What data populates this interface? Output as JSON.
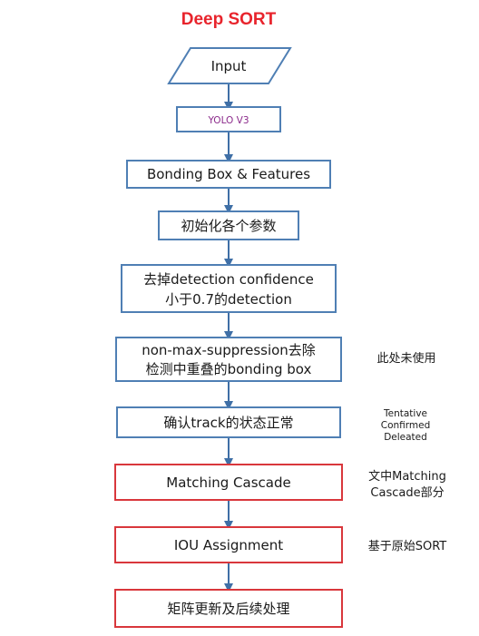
{
  "title": "Deep SORT",
  "colors": {
    "title": "#e8242c",
    "blue_border": "#4f7fb4",
    "red_border": "#d9373c",
    "arrow": "#3f6fa6",
    "yolo_text": "#8b2a8b",
    "text": "#1a1a1a"
  },
  "steps": [
    {
      "id": "input",
      "label": "Input",
      "shape": "parallelogram",
      "border": "blue"
    },
    {
      "id": "yolo",
      "label": "YOLO V3",
      "shape": "box",
      "border": "blue"
    },
    {
      "id": "bbox",
      "label": "Bonding Box & Features",
      "shape": "box",
      "border": "blue"
    },
    {
      "id": "init",
      "label": "初始化各个参数",
      "shape": "box",
      "border": "blue"
    },
    {
      "id": "filter",
      "lines": [
        "去掉detection confidence",
        "小于0.7的detection"
      ],
      "shape": "box",
      "border": "blue"
    },
    {
      "id": "nms",
      "lines": [
        "non-max-suppression去除",
        "检测中重叠的bonding box"
      ],
      "shape": "box",
      "border": "blue"
    },
    {
      "id": "track-state",
      "label": "确认track的状态正常",
      "shape": "box",
      "border": "blue"
    },
    {
      "id": "matching",
      "label": "Matching Cascade",
      "shape": "box",
      "border": "red"
    },
    {
      "id": "iou",
      "label": "IOU Assignment",
      "shape": "box",
      "border": "red"
    },
    {
      "id": "update",
      "label": "矩阵更新及后续处理",
      "shape": "box",
      "border": "red"
    }
  ],
  "notes": {
    "nms": "此处未使用",
    "track_states": [
      "Tentative",
      "Confirmed",
      "Deleated"
    ],
    "matching": [
      "文中Matching",
      "Cascade部分"
    ],
    "iou": "基于原始SORT"
  }
}
